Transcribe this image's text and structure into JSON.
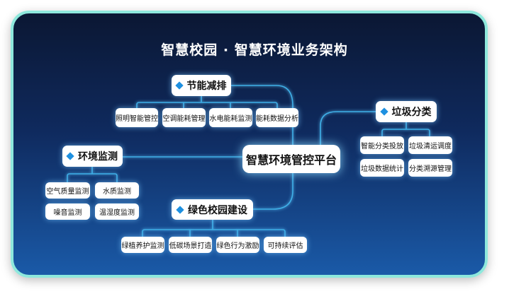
{
  "title": "智慧校园 · 智慧环境业务架构",
  "center": "智慧环境管控平台",
  "branches": {
    "energy": {
      "label": "节能减排",
      "items": [
        "照明智能管控",
        "空调能耗管理",
        "水电能耗监测",
        "能耗数据分析"
      ]
    },
    "garbage": {
      "label": "垃圾分类",
      "items": [
        "智能分类投放",
        "垃圾清运调度",
        "垃圾数据统计",
        "分类溯源管理"
      ]
    },
    "env": {
      "label": "环境监测",
      "items": [
        "空气质量监测",
        "水质监测",
        "噪音监测",
        "温湿度监测"
      ]
    },
    "green": {
      "label": "绿色校园建设",
      "items": [
        "绿植养护监测",
        "低碳场景打造",
        "绿色行为激励",
        "可持续评估"
      ]
    }
  },
  "colors": {
    "accent": "#1e90e0",
    "line": "#3fb0e8",
    "frame": "#8ee8dc"
  }
}
